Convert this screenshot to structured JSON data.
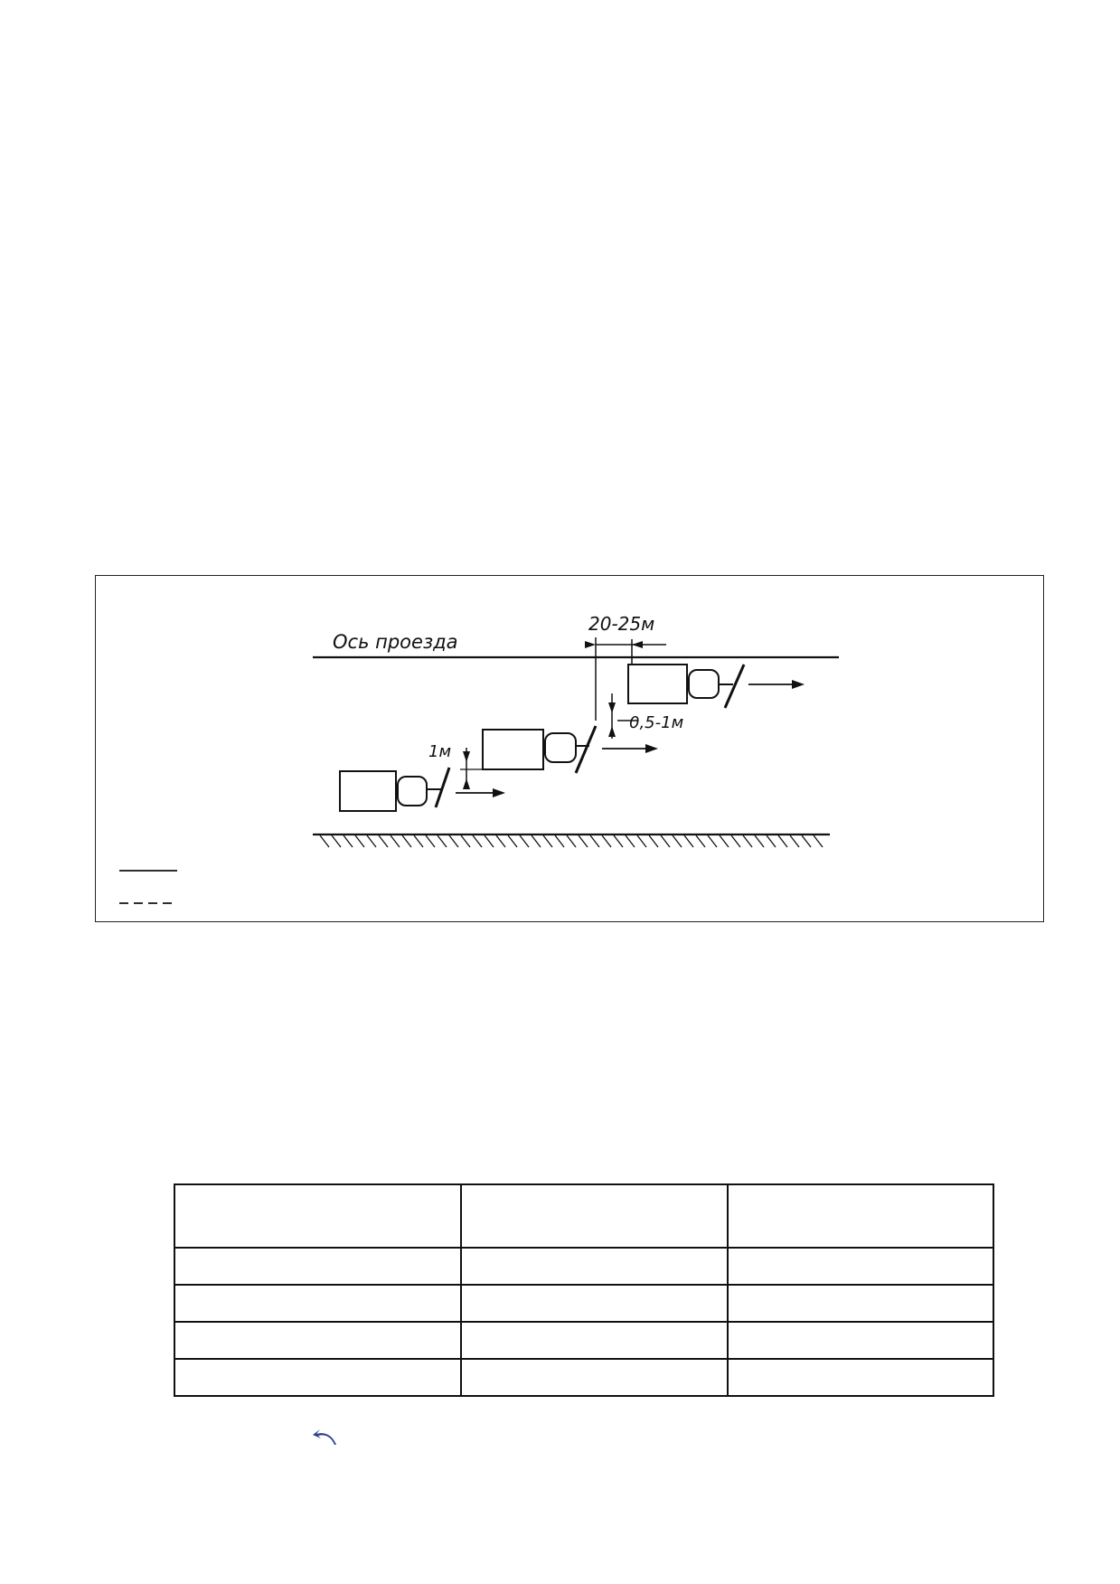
{
  "figure": {
    "axis_label": "Ось проезда",
    "gap_label": "20-25м",
    "offset_label_right": "0,5-1м",
    "offset_label_left": "1м",
    "legend": [
      {
        "line": "solid",
        "text": ""
      },
      {
        "line": "dashed",
        "text": ""
      }
    ]
  },
  "table": {
    "columns": 3,
    "rows": [
      [
        "",
        "",
        ""
      ],
      [
        "",
        "",
        ""
      ],
      [
        "",
        "",
        ""
      ],
      [
        "",
        "",
        ""
      ],
      [
        "",
        "",
        ""
      ]
    ]
  },
  "icons": {
    "nav_arrow": "curved-back-arrow-icon",
    "nav_arrow_color": "#2c3e8f"
  }
}
